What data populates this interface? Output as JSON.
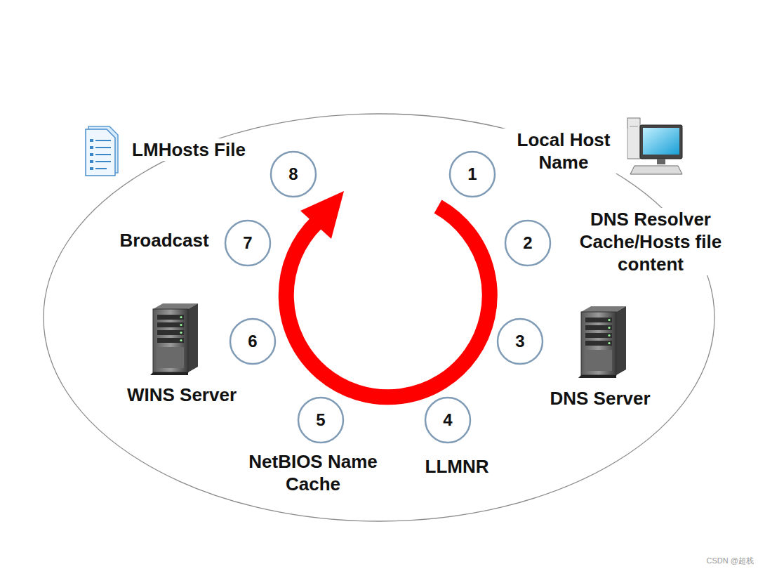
{
  "diagram": {
    "nodes": [
      {
        "text": [
          "1"
        ]
      },
      {
        "text": [
          "2"
        ]
      },
      {
        "text": [
          "3"
        ]
      },
      {
        "text": [
          "4"
        ]
      },
      {
        "text": [
          "5"
        ]
      },
      {
        "text": [
          "6"
        ]
      },
      {
        "text": [
          "7"
        ]
      },
      {
        "text": [
          "8"
        ]
      }
    ],
    "labels": [
      "Local Host Name",
      "DNS Resolver Cache/Hosts file content",
      "DNS Server",
      "LLMNR",
      "NetBIOS Name Cache",
      "WINS Server",
      "Broadcast",
      "LMHosts File",
      "CSDN @超栈"
    ]
  }
}
